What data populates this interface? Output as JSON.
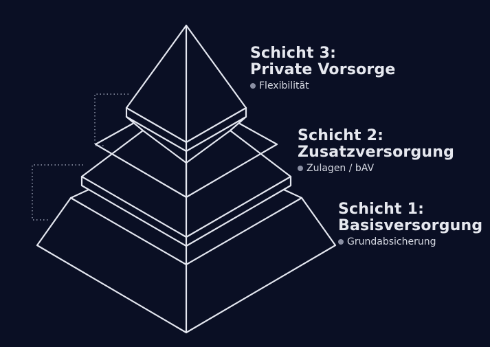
{
  "diagram": {
    "type": "three-tier pyramid",
    "colors": {
      "background": "#0a0f24",
      "stroke": "#e4e7f0",
      "dotted": "#9aa0b4",
      "text": "#e6e8ef",
      "bullet": "#8a8fa3"
    }
  },
  "layers": [
    {
      "title_line1": "Schicht 3:",
      "title_line2": "Private Vorsorge",
      "subtitle": "Flexibilität"
    },
    {
      "title_line1": "Schicht 2:",
      "title_line2": "Zusatzversorgung",
      "subtitle": "Zulagen / bAV"
    },
    {
      "title_line1": "Schicht 1:",
      "title_line2": "Basisversorgung",
      "subtitle": "Grundabsicherung"
    }
  ]
}
